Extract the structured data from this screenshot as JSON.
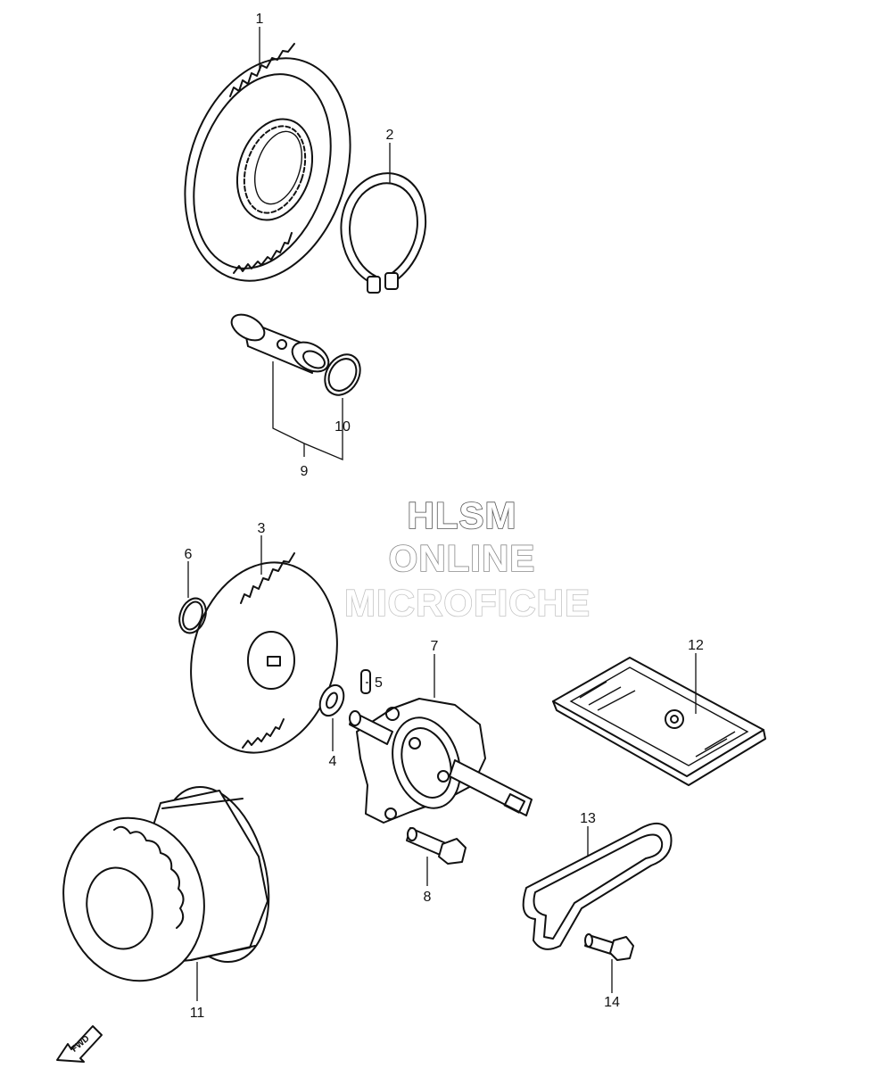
{
  "watermark": {
    "line1": "HLSM",
    "line2": "ONLINE",
    "line3": "MICROFICHE"
  },
  "callouts": {
    "p1": "1",
    "p2": "2",
    "p3": "3",
    "p4": "4",
    "p5": "5",
    "p6": "6",
    "p7": "7",
    "p8": "8",
    "p9": "9",
    "p10": "10",
    "p11": "11",
    "p12": "12",
    "p13": "13",
    "p14": "14"
  },
  "direction_marker": "FWD",
  "colors": {
    "line": "#111111",
    "background": "#ffffff",
    "watermark_outline_1": "#555555",
    "watermark_outline_2": "#8a8a8a",
    "watermark_outline_3": "#c4c4c4"
  }
}
